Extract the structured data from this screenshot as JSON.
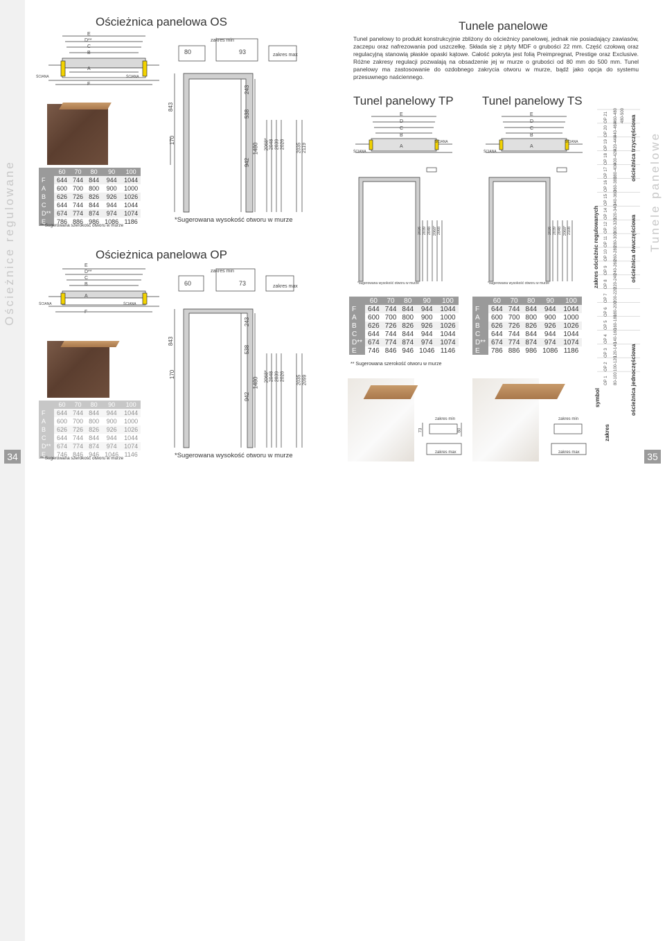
{
  "left_page": {
    "side_label": "Ościeżnice regulowane",
    "page_number": "34",
    "os": {
      "title": "Ościeżnica  panelowa OS",
      "diagram_letters": [
        "E",
        "D**",
        "C",
        "B",
        "A",
        "F"
      ],
      "wall_left": "ŚCIANA",
      "wall_right": "ŚCIANA",
      "widths": [
        "80",
        "93"
      ],
      "zakres_min": "zakres min",
      "zakres_max": "zakres max",
      "dims_left": [
        "843",
        "170"
      ],
      "dims_mid": [
        "243",
        "538",
        "942",
        "1480"
      ],
      "heights": [
        "2068*",
        "2048",
        "2039",
        "2026",
        "2035",
        "2119"
      ],
      "sugerowana": "*Sugerowana wysokość otworu w murze",
      "table": {
        "header": [
          "",
          "60",
          "70",
          "80",
          "90",
          "100"
        ],
        "rows": [
          [
            "F",
            "644",
            "744",
            "844",
            "944",
            "1044"
          ],
          [
            "A",
            "600",
            "700",
            "800",
            "900",
            "1000"
          ],
          [
            "B",
            "626",
            "726",
            "826",
            "926",
            "1026"
          ],
          [
            "C",
            "644",
            "744",
            "844",
            "944",
            "1044"
          ],
          [
            "D**",
            "674",
            "774",
            "874",
            "974",
            "1074"
          ],
          [
            "E",
            "786",
            "886",
            "986",
            "1086",
            "1186"
          ]
        ]
      },
      "footnote": "** Sugerowana szerokość otworu w murze"
    },
    "op": {
      "title": "Ościeżnica  panelowa OP",
      "diagram_letters": [
        "E",
        "D**",
        "C",
        "B",
        "A",
        "F"
      ],
      "wall_left": "ŚCIANA",
      "wall_right": "ŚCIANA",
      "widths": [
        "60",
        "73"
      ],
      "zakres_min": "zakres min",
      "zakres_max": "zakres max",
      "dims_left": [
        "843",
        "170"
      ],
      "dims_mid": [
        "243",
        "538",
        "942",
        "1480"
      ],
      "heights": [
        "2068*",
        "2048",
        "2039",
        "2026",
        "2035",
        "2099"
      ],
      "sugerowana": "*Sugerowana wysokość otworu w murze",
      "table": {
        "header": [
          "",
          "60",
          "70",
          "80",
          "90",
          "100"
        ],
        "rows": [
          [
            "F",
            "644",
            "744",
            "844",
            "944",
            "1044"
          ],
          [
            "A",
            "600",
            "700",
            "800",
            "900",
            "1000"
          ],
          [
            "B",
            "626",
            "726",
            "826",
            "926",
            "1026"
          ],
          [
            "C",
            "644",
            "744",
            "844",
            "944",
            "1044"
          ],
          [
            "D**",
            "674",
            "774",
            "874",
            "974",
            "1074"
          ],
          [
            "E",
            "746",
            "846",
            "946",
            "1046",
            "1146"
          ]
        ]
      },
      "footnote": "** Sugerowana szerokość otworu w murze"
    }
  },
  "right_page": {
    "side_label": "Tunele panelowe",
    "page_number": "35",
    "title": "Tunele panelowe",
    "description": "Tunel panelowy to produkt konstrukcyjnie zbliżony do ościeżnicy panelowej, jednak nie posiadający zawiasów, zaczepu oraz nafrezowania pod uszczelkę. Składa się z płyty MDF o grubości 22 mm. Część czołową oraz regulacyjną stanowią płaskie opaski kątowe. Całość pokryta jest folią Preimpregnat, Prestige oraz Exclusive. Różne zakresy regulacji pozwalają na obsadzenie jej w murze o grubości od 80 mm do 500 mm. Tunel panelowy ma zastosowanie do ozdobnego zakrycia otworu w murze, bądź jako opcja do systemu przesuwnego naściennego.",
    "tp": {
      "title": "Tunel panelowy TP",
      "diagram_letters": [
        "E",
        "D",
        "C",
        "B",
        "A"
      ],
      "wall_left": "ŚCIANA",
      "wall_right": "ŚCIANA",
      "heights": [
        "2026",
        "2039",
        "2048",
        "2068*",
        "2068"
      ],
      "sugerowana": "*sugerowana wysokość otworu w murze",
      "table": {
        "header": [
          "",
          "60",
          "70",
          "80",
          "90",
          "100"
        ],
        "rows": [
          [
            "F",
            "644",
            "744",
            "844",
            "944",
            "1044"
          ],
          [
            "A",
            "600",
            "700",
            "800",
            "900",
            "1000"
          ],
          [
            "B",
            "626",
            "726",
            "826",
            "926",
            "1026"
          ],
          [
            "C",
            "644",
            "744",
            "844",
            "944",
            "1044"
          ],
          [
            "D**",
            "674",
            "774",
            "874",
            "974",
            "1074"
          ],
          [
            "E",
            "746",
            "846",
            "946",
            "1046",
            "1146"
          ]
        ]
      },
      "footnote": "** Sugerowana szerokość otworu w murze",
      "zakres_min": "zakres min",
      "zakres_max": "zakres max",
      "small_dims": [
        "73",
        "60"
      ]
    },
    "ts": {
      "title": "Tunel panelowy TS",
      "diagram_letters": [
        "E",
        "D",
        "C",
        "B",
        "A"
      ],
      "wall_left": "ŚCIANA",
      "wall_right": "ŚCIANA",
      "heights": [
        "2026",
        "2039",
        "2048",
        "2068*",
        "2108"
      ],
      "sugerowana": "*sugerowana wysokość otworu w murze",
      "table": {
        "header": [
          "",
          "60",
          "70",
          "80",
          "90",
          "100"
        ],
        "rows": [
          [
            "F",
            "644",
            "744",
            "844",
            "944",
            "1044"
          ],
          [
            "A",
            "600",
            "700",
            "800",
            "900",
            "1000"
          ],
          [
            "B",
            "626",
            "726",
            "826",
            "926",
            "1026"
          ],
          [
            "C",
            "644",
            "744",
            "844",
            "944",
            "1044"
          ],
          [
            "D**",
            "674",
            "774",
            "874",
            "974",
            "1074"
          ],
          [
            "E",
            "786",
            "886",
            "986",
            "1086",
            "1186"
          ]
        ]
      },
      "footnote": "** Sugerowana szerokość otworu w murze",
      "zakres_min": "zakres min",
      "zakres_max": "zakres max"
    },
    "ranges": {
      "title": "zakres ościeżnic regulowanych",
      "row_symbol": "symbol",
      "row_zakres": "zakres",
      "symbols": [
        "OP 1",
        "OP 2",
        "OP 3",
        "OP 4",
        "OP 5",
        "OP 6",
        "OP 7",
        "OP 8",
        "OP 9",
        "OP 10",
        "OP 11",
        "OP 12",
        "OP 14",
        "OP 15",
        "OP 16",
        "OP 17",
        "OP 18",
        "OP 19",
        "OP 20",
        "OP 21"
      ],
      "zakres": [
        "80-100",
        "100-120",
        "120-140",
        "140-160",
        "160-180",
        "180-200",
        "200-220",
        "220-240",
        "240-260",
        "260-280",
        "280-300",
        "300-320",
        "320-340",
        "340-360",
        "360-380",
        "380-400",
        "400-420",
        "420-440",
        "440-460",
        "460-480",
        "480-500"
      ],
      "groups": [
        "ościeżnica jednoczęściowa",
        "ościeżnica dwuczęściowa",
        "ościeżnica trzyczęściowa"
      ]
    }
  }
}
